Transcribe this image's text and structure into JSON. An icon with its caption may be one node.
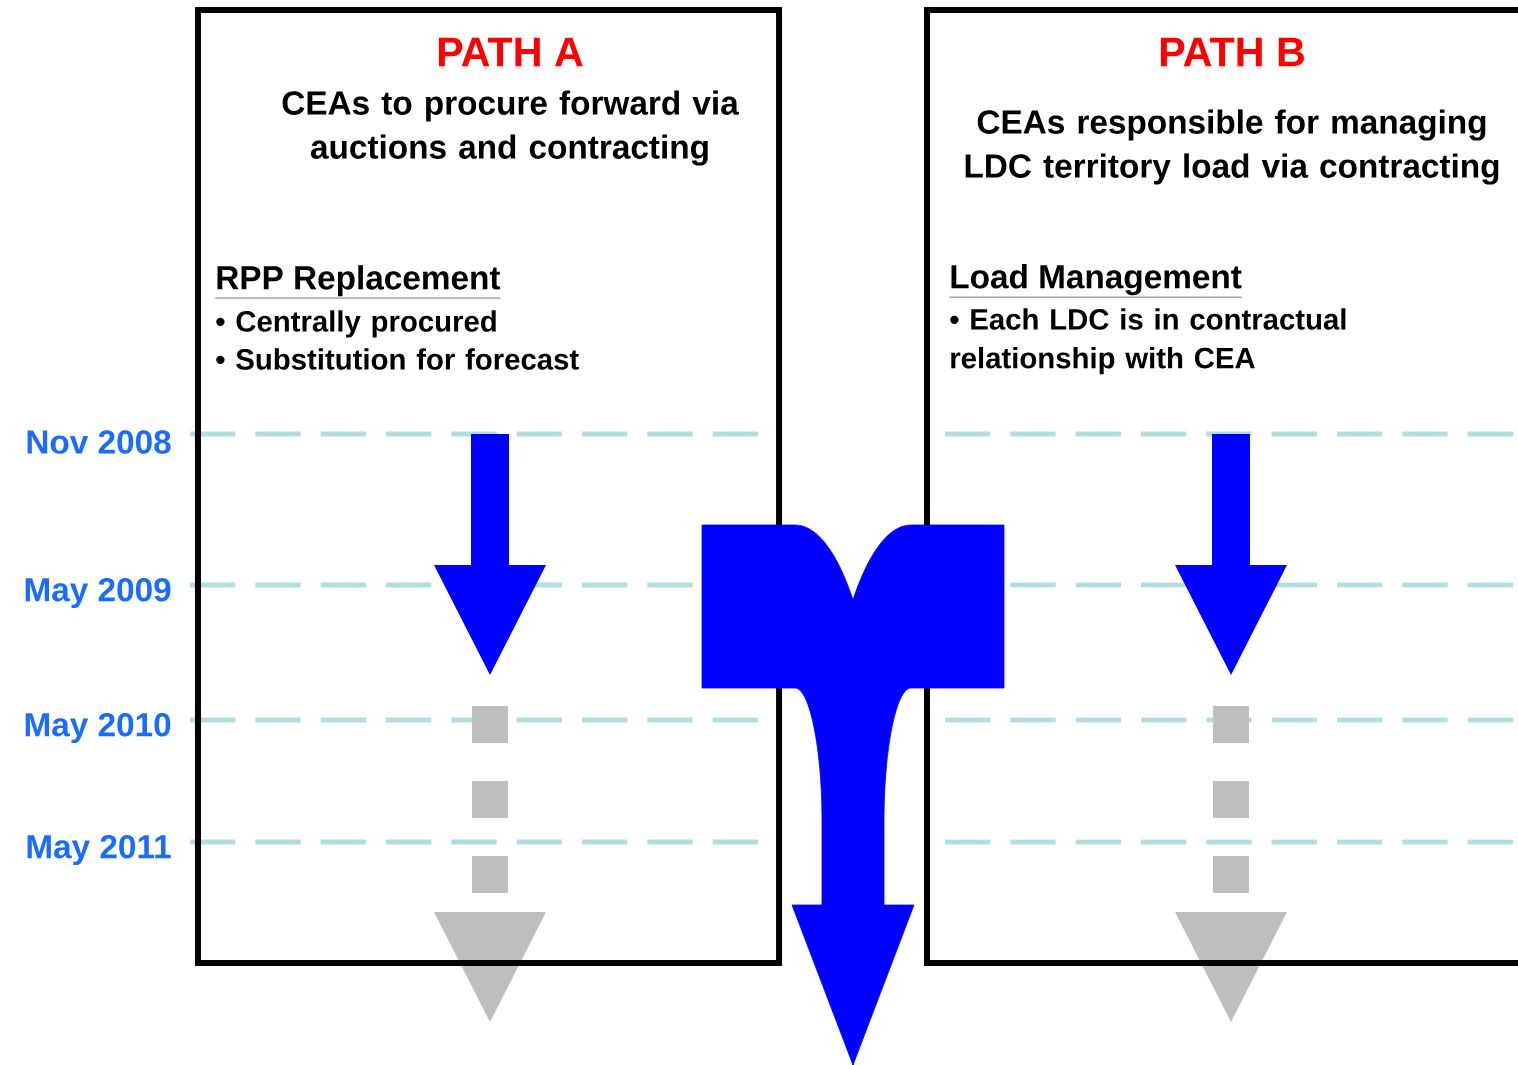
{
  "diagram": {
    "nodes": [
      {
        "text": [
          "PATH A",
          "CEAs to procure forward via auctions and contracting",
          "RPP Replacement",
          "• Centrally procured",
          "• Substitution for forecast"
        ]
      },
      {
        "text": [
          "PATH B",
          "CEAs responsible for managing LDC territory load via contracting",
          "Load Management",
          "• Each LDC is in contractual relationship with CEA"
        ]
      }
    ],
    "edges": [
      {
        "from": 0,
        "to": null,
        "arrow": "to",
        "style": "thick"
      },
      {
        "from": 1,
        "to": null,
        "arrow": "to",
        "style": "thick"
      }
    ],
    "labels": [
      "Nov 2008",
      "May 2009",
      "May 2010",
      "May 2011"
    ]
  }
}
